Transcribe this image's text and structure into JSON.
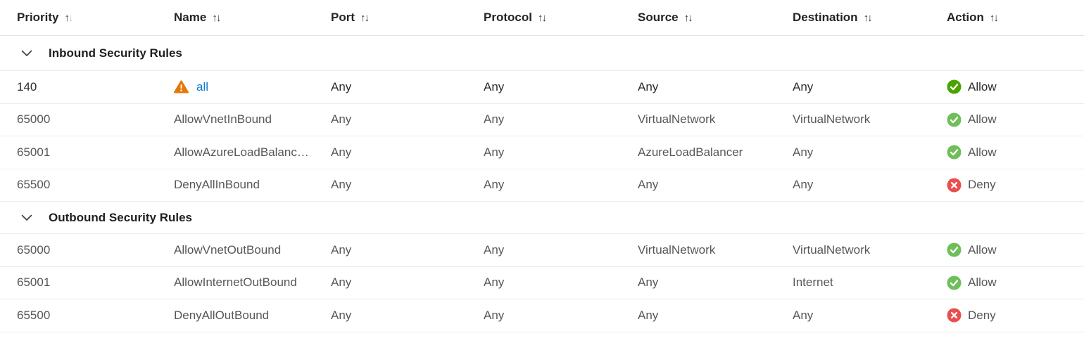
{
  "table": {
    "columns": [
      {
        "id": "priority",
        "label": "Priority"
      },
      {
        "id": "name",
        "label": "Name"
      },
      {
        "id": "port",
        "label": "Port"
      },
      {
        "id": "protocol",
        "label": "Protocol"
      },
      {
        "id": "source",
        "label": "Source"
      },
      {
        "id": "destination",
        "label": "Destination"
      },
      {
        "id": "action",
        "label": "Action"
      }
    ],
    "sort_icon": {
      "up": "↑",
      "down": "↓"
    },
    "sections": [
      {
        "title": "Inbound Security Rules",
        "rules": [
          {
            "priority": "140",
            "name": "all",
            "port": "Any",
            "protocol": "Any",
            "source": "Any",
            "destination": "Any",
            "action": "Allow"
          },
          {
            "priority": "65000",
            "name": "AllowVnetInBound",
            "port": "Any",
            "protocol": "Any",
            "source": "VirtualNetwork",
            "destination": "VirtualNetwork",
            "action": "Allow"
          },
          {
            "priority": "65001",
            "name": "AllowAzureLoadBalanc…",
            "port": "Any",
            "protocol": "Any",
            "source": "AzureLoadBalancer",
            "destination": "Any",
            "action": "Allow"
          },
          {
            "priority": "65500",
            "name": "DenyAllInBound",
            "port": "Any",
            "protocol": "Any",
            "source": "Any",
            "destination": "Any",
            "action": "Deny"
          }
        ]
      },
      {
        "title": "Outbound Security Rules",
        "rules": [
          {
            "priority": "65000",
            "name": "AllowVnetOutBound",
            "port": "Any",
            "protocol": "Any",
            "source": "VirtualNetwork",
            "destination": "VirtualNetwork",
            "action": "Allow"
          },
          {
            "priority": "65001",
            "name": "AllowInternetOutBound",
            "port": "Any",
            "protocol": "Any",
            "source": "Any",
            "destination": "Internet",
            "action": "Allow"
          },
          {
            "priority": "65500",
            "name": "DenyAllOutBound",
            "port": "Any",
            "protocol": "Any",
            "source": "Any",
            "destination": "Any",
            "action": "Deny"
          }
        ]
      }
    ]
  },
  "colors": {
    "link_blue": "#0b78d0",
    "warning_orange": "#e27908",
    "allow_green_bright": "#4ca300",
    "allow_green": "#70be5a",
    "deny_red": "#e84f4f",
    "sort_arrow_muted": "#c8c6c4"
  }
}
